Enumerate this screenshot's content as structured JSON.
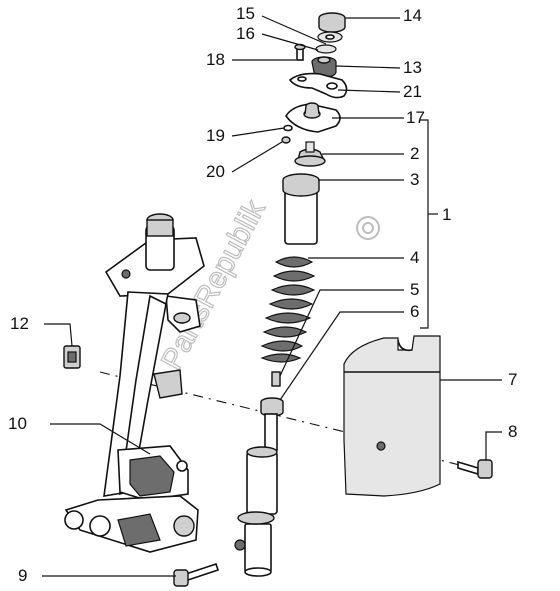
{
  "watermark": "PartsRepublik",
  "labels": [
    "1",
    "2",
    "3",
    "4",
    "5",
    "6",
    "7",
    "8",
    "9",
    "10",
    "12",
    "13",
    "14",
    "15",
    "16",
    "17",
    "18",
    "19",
    "20",
    "21"
  ]
}
